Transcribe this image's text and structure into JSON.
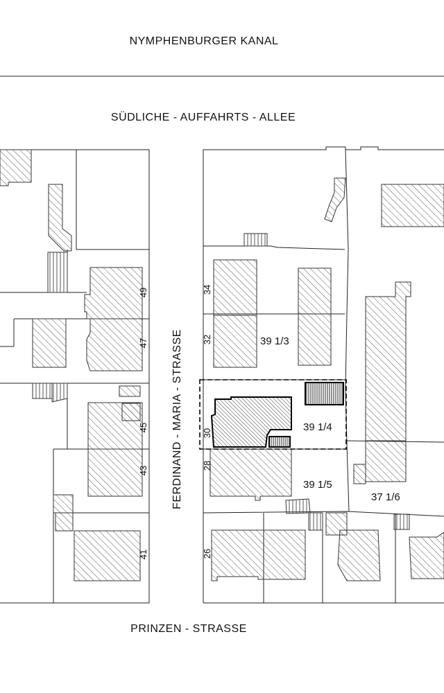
{
  "streets": {
    "kanal": "NYMPHENBURGER  KANAL",
    "allee": "SÜDLICHE - AUFFAHRTS - ALLEE",
    "ferdinand": "FERDINAND - MARIA - STRASSE",
    "prinzen": "PRINZEN - STRASSE"
  },
  "house_numbers": {
    "n49": "49",
    "n47": "47",
    "n45": "45",
    "n43": "43",
    "n41": "41",
    "n34": "34",
    "n32": "32",
    "n30": "30",
    "n28": "28",
    "n26": "26"
  },
  "parcels": {
    "p1": "39 1/3",
    "p2": "39 1/4",
    "p3": "39 1/5",
    "p4": "37 1/6"
  },
  "colors": {
    "ink": "#222222",
    "highlight": "#000000"
  }
}
